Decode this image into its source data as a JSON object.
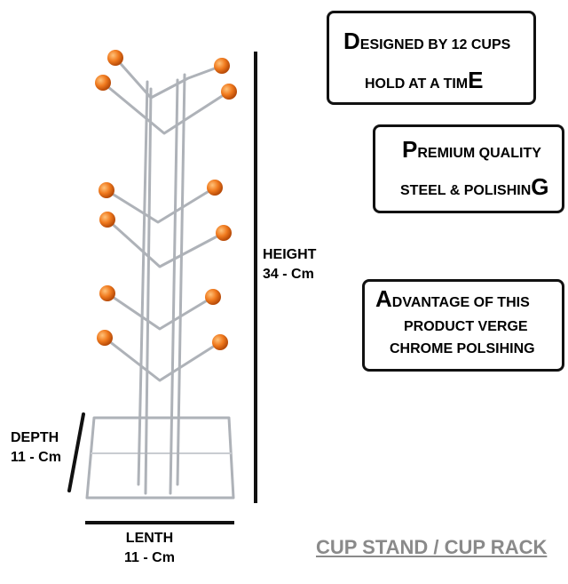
{
  "features": [
    {
      "lines": [
        {
          "cap": "D",
          "rest": "ESIGNED BY 12 CUPS"
        },
        {
          "lead": "HOLD AT A TIM",
          "cap_end": "E"
        }
      ]
    },
    {
      "lines": [
        {
          "cap": "P",
          "rest": "REMIUM QUALITY"
        },
        {
          "lead": "STEEL & POLISHIN",
          "cap_end": "G"
        }
      ]
    },
    {
      "lines": [
        {
          "cap": "A",
          "rest": "DVANTAGE OF THIS"
        },
        {
          "lead": "PRODUCT VERGE"
        },
        {
          "lead": "CHROME POLSIHING"
        }
      ]
    }
  ],
  "dimensions": {
    "height": {
      "label": "HEIGHT",
      "value": "34 - Cm"
    },
    "depth": {
      "label": "DEPTH",
      "value": "11 - Cm"
    },
    "length": {
      "label": "LENTH",
      "value": "11 - Cm"
    }
  },
  "caption": "CUP STAND / CUP RACK",
  "colors": {
    "ball": "#f07a1e",
    "chrome": "#b9bcc2",
    "frame": "#111111",
    "caption": "#8a8a8a"
  }
}
